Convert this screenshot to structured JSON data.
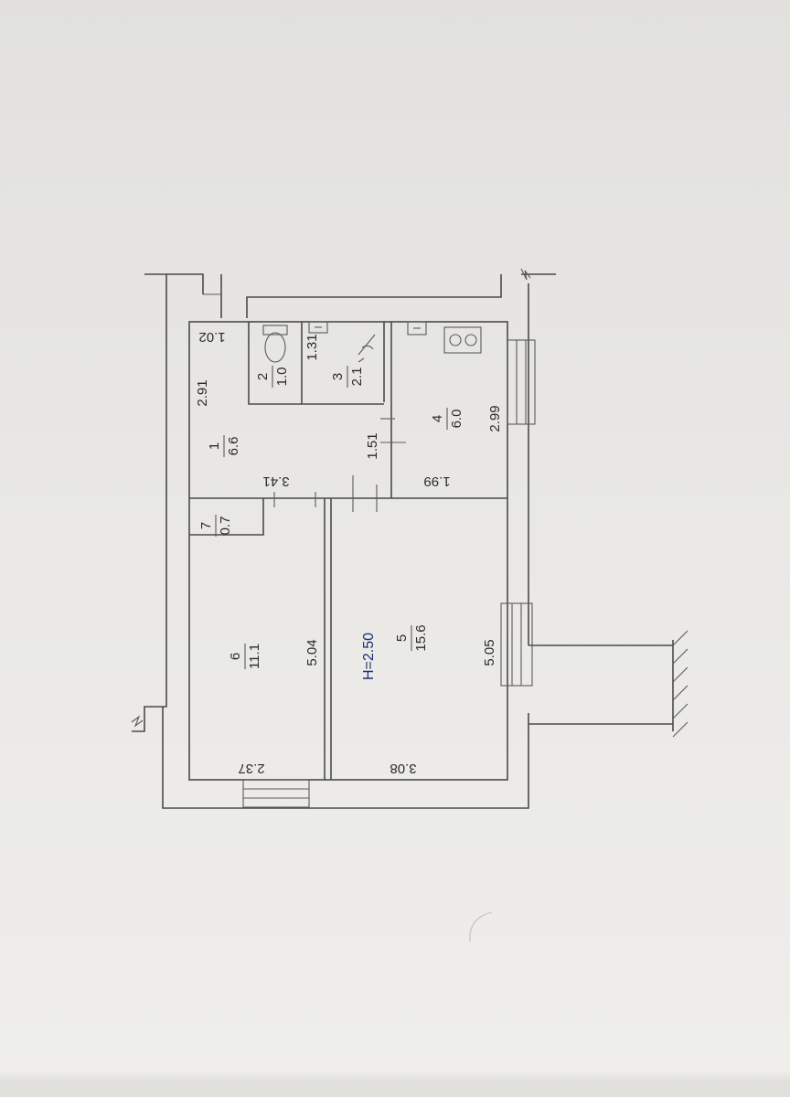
{
  "height_label": "H=2.50",
  "rooms": [
    {
      "id": "room-1",
      "number": "1",
      "area": "6.6"
    },
    {
      "id": "room-2",
      "number": "2",
      "area": "1.0"
    },
    {
      "id": "room-3",
      "number": "3",
      "area": "2.1"
    },
    {
      "id": "room-4",
      "number": "4",
      "area": "6.0"
    },
    {
      "id": "room-5",
      "number": "5",
      "area": "15.6"
    },
    {
      "id": "room-6",
      "number": "6",
      "area": "11.1"
    },
    {
      "id": "room-7",
      "number": "7",
      "area": "0.7"
    }
  ],
  "dimensions": {
    "d_1_02": "1.02",
    "d_2_91": "2.91",
    "d_1_31": "1.31",
    "d_1_51": "1.51",
    "d_3_41": "3.41",
    "d_1_99": "1.99",
    "d_2_99": "2.99",
    "d_5_04": "5.04",
    "d_5_05": "5.05",
    "d_2_37": "2.37",
    "d_3_08": "3.08"
  }
}
